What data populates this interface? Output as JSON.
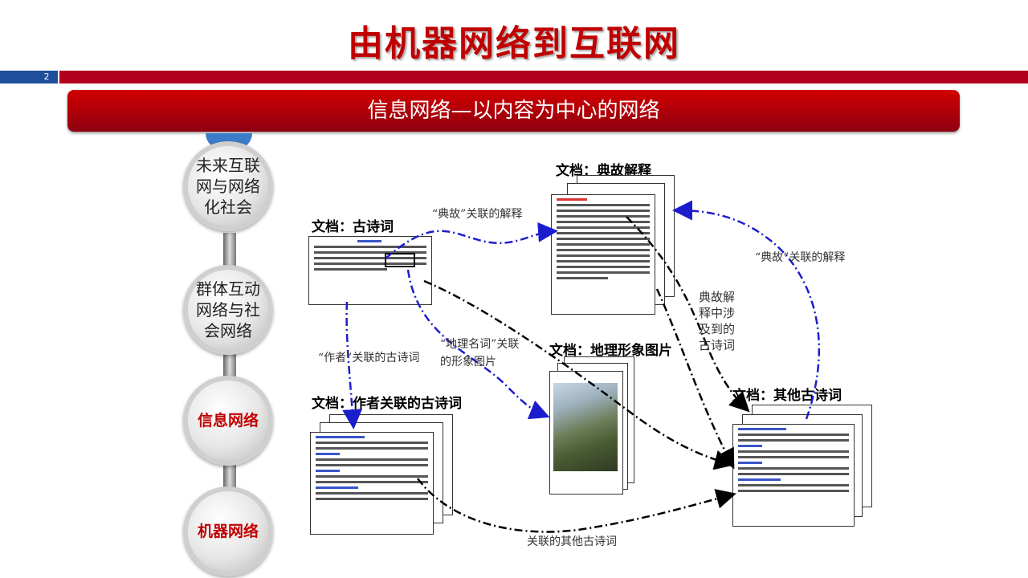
{
  "header": {
    "title": "由机器网络到互联网",
    "page_number": "2"
  },
  "subtitle": "信息网络—以内容为中心的网络",
  "stack": [
    {
      "label": "未来互联网与网络化社会",
      "lines": [
        "未来互联",
        "网与网络",
        "化社会"
      ]
    },
    {
      "label": "群体互动网络与社会网络",
      "lines": [
        "群体互动",
        "网络与社",
        "会网络"
      ]
    },
    {
      "label": "信息网络",
      "lines": [
        "信息网络"
      ]
    },
    {
      "label": "机器网络",
      "lines": [
        "机器网络"
      ]
    }
  ],
  "docs": {
    "poem": "文档：古诗词",
    "allusion": "文档：典故解释",
    "geo": "文档：地理形象图片",
    "author": "文档：作者关联的古诗词",
    "other": "文档：其他古诗词"
  },
  "annotations": {
    "allusion_link_1": "“典故”关联的解释",
    "allusion_link_2": "“典故”关联的解释",
    "geo_link_1": "“地理名词”关联",
    "geo_link_2": "的形象图片",
    "author_link": "“作者”关联的古诗词",
    "explain_1": "典故解",
    "explain_2": "释中涉",
    "explain_3": "及到的",
    "explain_4": "古诗词",
    "related": "关联的其他古诗词"
  },
  "colors": {
    "brand_red": "#c00000",
    "blue_arrow": "#1c1ccf",
    "black_arrow": "#000000"
  }
}
